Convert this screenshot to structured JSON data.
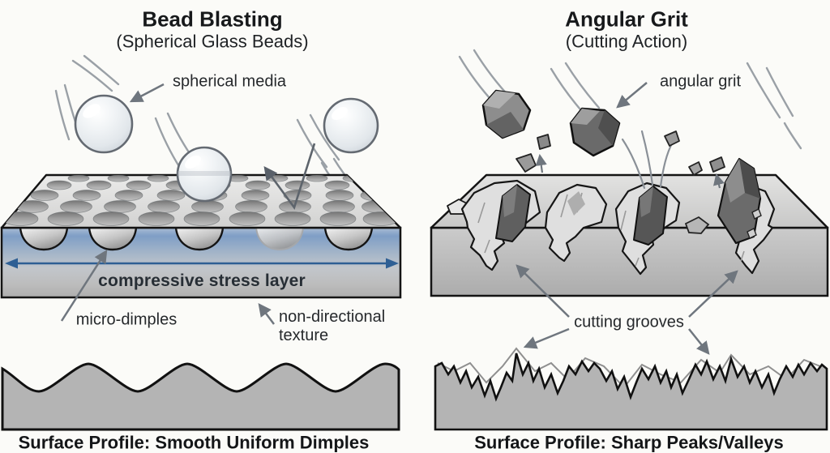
{
  "left_panel": {
    "title": "Bead Blasting",
    "subtitle": "(Spherical Glass Beads)",
    "labels": {
      "spherical_media": "spherical media",
      "compressive_stress_layer": "compressive stress layer",
      "micro_dimples": "micro-dimples",
      "non_directional_texture": "non-directional\ntexture"
    },
    "caption": "Surface Profile: Smooth Uniform Dimples"
  },
  "right_panel": {
    "title": "Angular Grit",
    "subtitle": "(Cutting Action)",
    "labels": {
      "angular_grit": "angular grit",
      "cutting_grooves": "cutting grooves"
    },
    "caption": "Surface Profile: Sharp Peaks/Valleys"
  },
  "colors": {
    "background": "#fbfbf8",
    "slab_gray": "#cfcfcf",
    "dimple_gray": "#9c9c9c",
    "compressive_layer_blue": "#7f9ec6",
    "stress_arrow_blue": "#2e5f94",
    "grit_dark": "#5f5f5f",
    "pointer_gray": "#757c84",
    "outline_black": "#141414",
    "profile_gray": "#b4b4b4"
  }
}
